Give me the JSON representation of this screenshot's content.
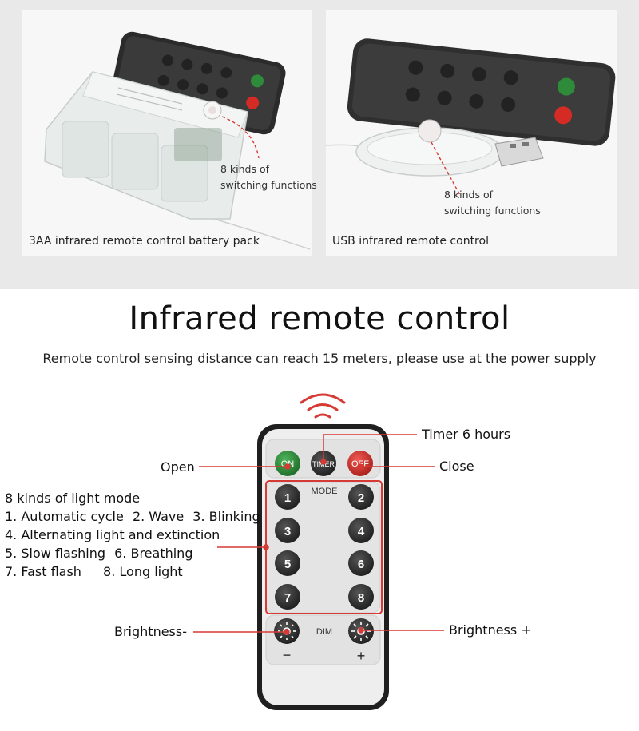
{
  "photos": {
    "left": {
      "caption": "3AA infrared remote control battery pack",
      "note_line1": "8 kinds of",
      "note_line2": "switching functions"
    },
    "right": {
      "caption": "USB infrared remote control",
      "note_line1": "8 kinds of",
      "note_line2": "switching functions"
    }
  },
  "heading": {
    "title": "Infrared remote control",
    "subtitle": "Remote control sensing distance can reach 15 meters, please use at the power supply"
  },
  "remote": {
    "on_label": "ON",
    "timer_label": "TIMER",
    "off_label": "OFF",
    "mode_label": "MODE",
    "dim_label": "DIM",
    "minus": "−",
    "plus": "+",
    "numbers": [
      "1",
      "2",
      "3",
      "4",
      "5",
      "6",
      "7",
      "8"
    ]
  },
  "callouts": {
    "timer": "Timer 6 hours",
    "open": "Open",
    "close": "Close",
    "brightness_minus": "Brightness-",
    "brightness_plus": "Brightness +"
  },
  "modes": {
    "heading": "8 kinds of light mode",
    "line1a": "1. Automatic cycle",
    "line1b": "2. Wave",
    "line1c": "3. Blinking",
    "line2": "4. Alternating light and extinction",
    "line3a": "5. Slow flashing",
    "line3b": "6. Breathing",
    "line4a": "7. Fast flash",
    "line4b": "8. Long light"
  },
  "colors": {
    "on_button": "#2e8b3a",
    "off_button": "#d42b25",
    "accent_red": "#d63a34",
    "button_dark": "#2a2a2a"
  }
}
